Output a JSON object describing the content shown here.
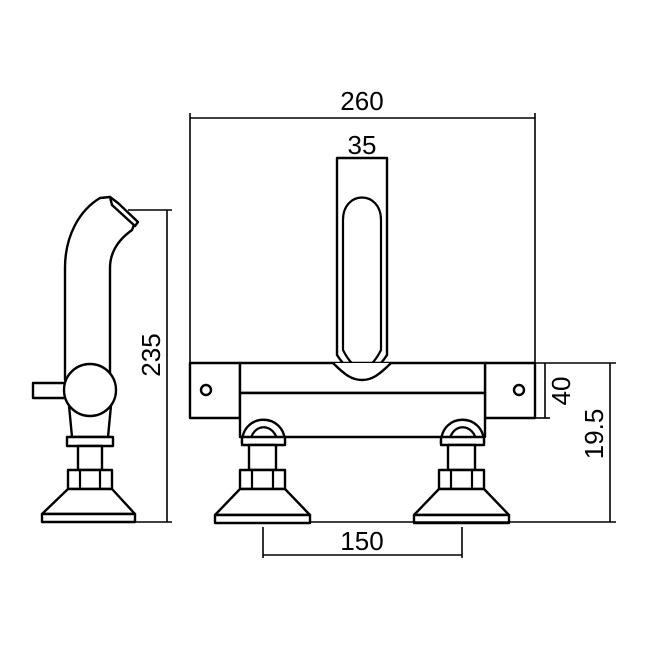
{
  "title": "Bath shower mixer technical dimension drawing",
  "dimensions": {
    "overall_width": "260",
    "spout_width": "35",
    "inlet_centres": "150",
    "body_height": "40",
    "inlet_height": "19.5",
    "overall_height": "235"
  },
  "colors": {
    "line": "#000000",
    "background": "#ffffff"
  }
}
